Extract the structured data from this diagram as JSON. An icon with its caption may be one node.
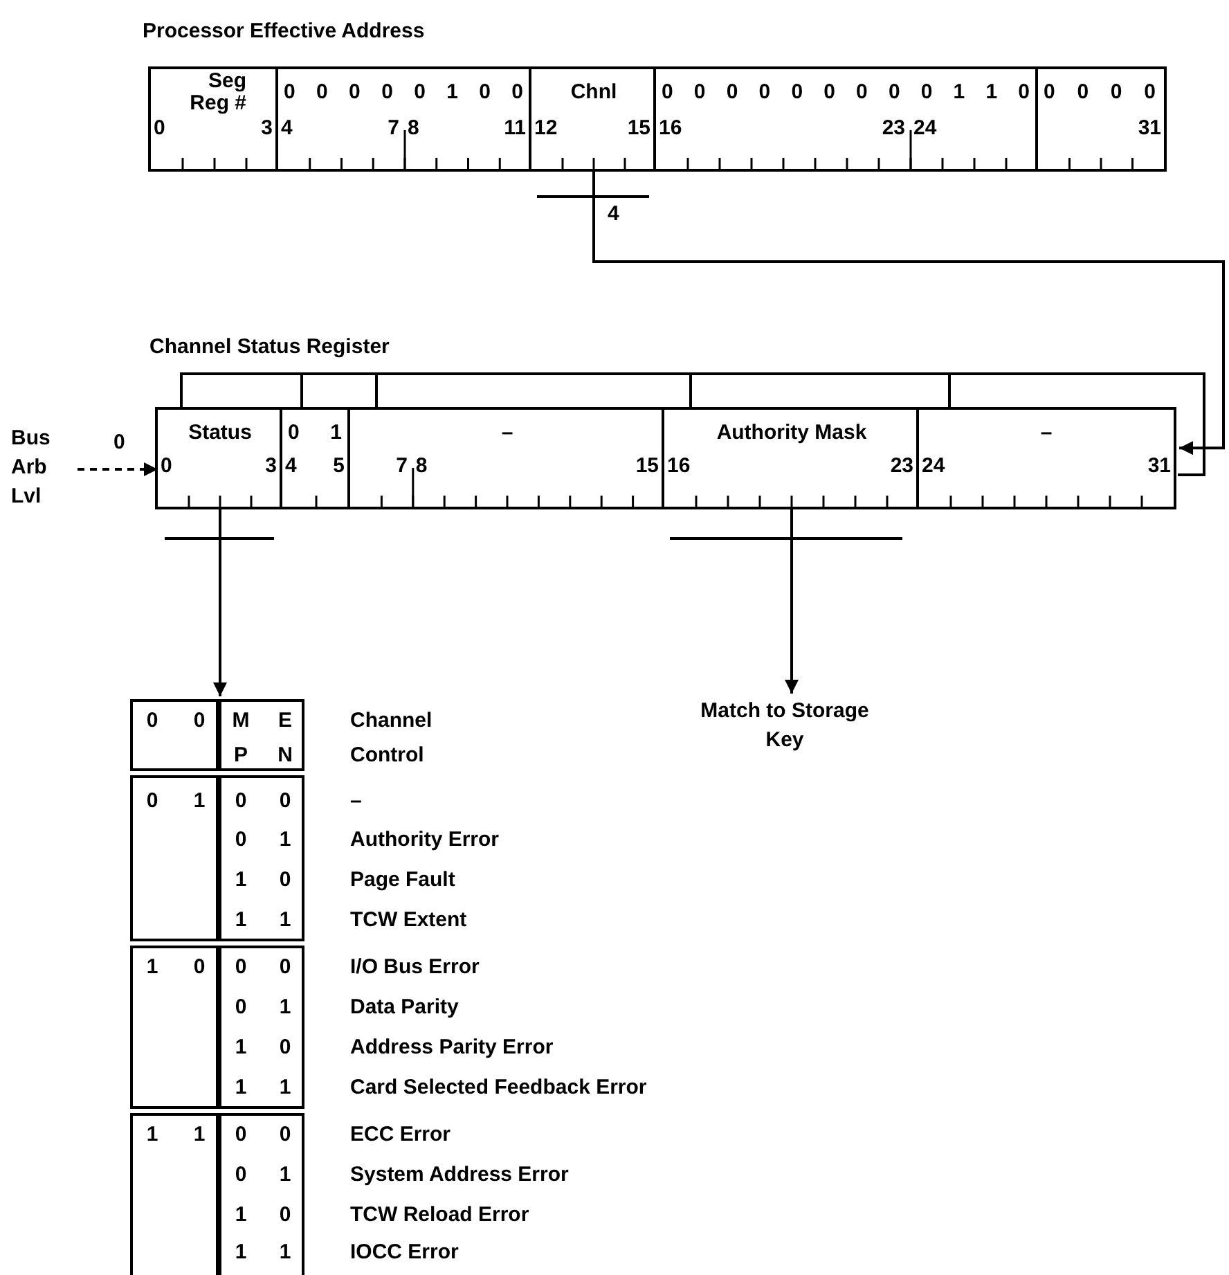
{
  "diagram": {
    "nodes": [
      {
        "text": [
          "Processor Effective Address"
        ]
      },
      {
        "text": [
          "Seg Reg #",
          "0",
          "3"
        ],
        "in": 0
      },
      {
        "text": [
          "0 0 0 0 0 1 0 0",
          "4",
          "7",
          "8",
          "11"
        ],
        "in": 0
      },
      {
        "text": [
          "Chnl",
          "12",
          "15"
        ],
        "in": 0
      },
      {
        "text": [
          "0 0 0 0 0 0 0 0 0 1 1 0",
          "16",
          "23",
          "24"
        ],
        "in": 0
      },
      {
        "text": [
          "0 0 0 0",
          "31"
        ],
        "in": 0
      },
      {
        "text": [
          "Channel Status Register"
        ]
      },
      {
        "text": [
          "Status",
          "0",
          "3"
        ],
        "in": 6
      },
      {
        "text": [
          "0 1",
          "4",
          "5"
        ],
        "in": 6
      },
      {
        "text": [
          "–",
          "7",
          "8",
          "15"
        ],
        "in": 6
      },
      {
        "text": [
          "Authority Mask",
          "16",
          "23"
        ],
        "in": 6
      },
      {
        "text": [
          "–",
          "24",
          "31"
        ],
        "in": 6
      },
      {
        "text": [
          "Bus Arb Lvl"
        ]
      },
      {
        "text": [],
        "shape": "box"
      },
      {
        "text": [
          "Match to Storage Key"
        ]
      }
    ],
    "edges": [
      {
        "from": 3,
        "to": 6,
        "arrow": "to",
        "label": "4"
      },
      {
        "from": 12,
        "to": 7,
        "arrow": "to",
        "style": "dashed",
        "label": "0"
      },
      {
        "from": 7,
        "to": 13,
        "arrow": "to"
      },
      {
        "from": 10,
        "to": 14,
        "arrow": "to"
      }
    ],
    "labels": [
      "0",
      "0",
      "M P",
      "E N",
      "Channel Control",
      "0",
      "1",
      "0",
      "0",
      "–",
      "0",
      "1",
      "Authority Error",
      "1",
      "0",
      "Page Fault",
      "1",
      "1",
      "TCW Extent",
      "1",
      "0",
      "0",
      "0",
      "I/O Bus Error",
      "0",
      "1",
      "Data Parity",
      "1",
      "0",
      "Address Parity Error",
      "1",
      "1",
      "Card Selected Feedback Error",
      "1",
      "1",
      "0",
      "0",
      "ECC Error",
      "0",
      "1",
      "System Address Error",
      "1",
      "0",
      "TCW Reload Error",
      "1",
      "1",
      "IOCC Error"
    ]
  }
}
